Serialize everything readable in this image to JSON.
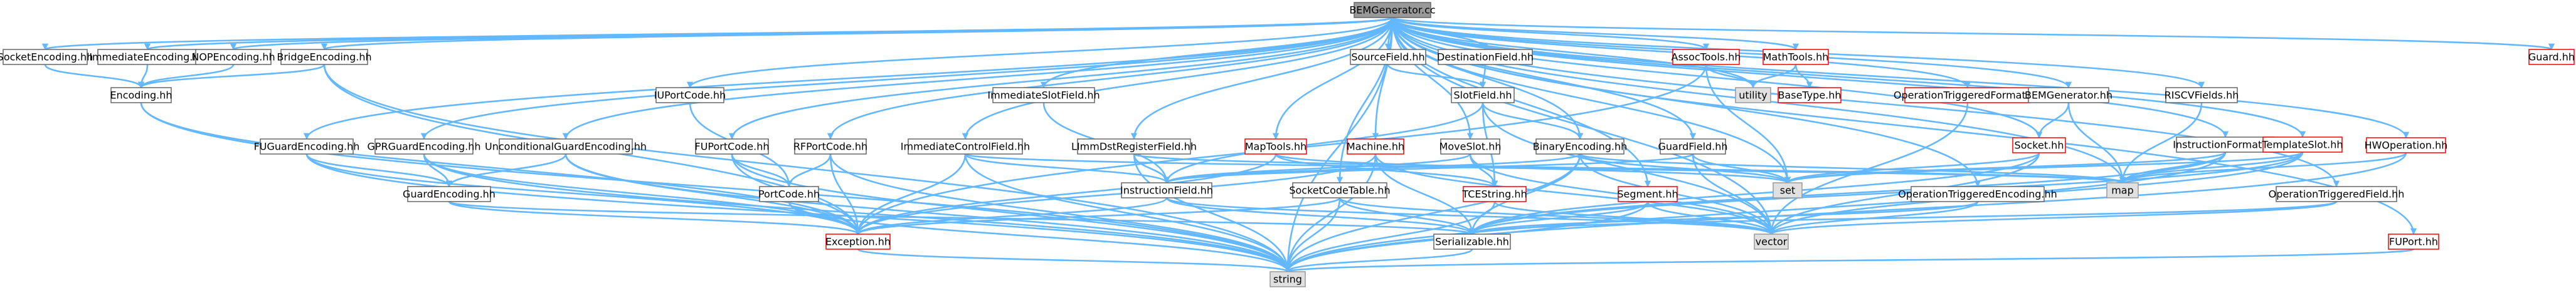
{
  "diagram": {
    "title": "BEMGenerator.cc",
    "colors": {
      "edge": "#63b8ff",
      "root_fill": "#999999",
      "root_border": "#666666",
      "normal_fill": "#ffffff",
      "normal_border": "#666666",
      "truncated_fill": "#ffffff",
      "truncated_border": "#ff0000",
      "leaf_fill": "#e0e0e0",
      "leaf_border": "#999999"
    },
    "nodes": [
      {
        "id": "root",
        "label": "BEMGenerator.cc",
        "kind": "root"
      },
      {
        "id": "socketenc",
        "label": "SocketEncoding.hh",
        "kind": "normal"
      },
      {
        "id": "immenc",
        "label": "ImmediateEncoding.hh",
        "kind": "normal"
      },
      {
        "id": "nopenc",
        "label": "NOPEncoding.hh",
        "kind": "normal"
      },
      {
        "id": "bridgeenc",
        "label": "BridgeEncoding.hh",
        "kind": "normal"
      },
      {
        "id": "encoding",
        "label": "Encoding.hh",
        "kind": "normal"
      },
      {
        "id": "iuport",
        "label": "IUPortCode.hh",
        "kind": "normal"
      },
      {
        "id": "sourcefield",
        "label": "SourceField.hh",
        "kind": "normal"
      },
      {
        "id": "destfield",
        "label": "DestinationField.hh",
        "kind": "normal"
      },
      {
        "id": "slotfield",
        "label": "SlotField.hh",
        "kind": "normal"
      },
      {
        "id": "assoc",
        "label": "AssocTools.hh",
        "kind": "truncated"
      },
      {
        "id": "mathtools",
        "label": "MathTools.hh",
        "kind": "truncated"
      },
      {
        "id": "utility",
        "label": "utility",
        "kind": "leaf"
      },
      {
        "id": "basetype",
        "label": "BaseType.hh",
        "kind": "truncated"
      },
      {
        "id": "optrigfmt",
        "label": "OperationTriggeredFormat.hh",
        "kind": "truncated"
      },
      {
        "id": "bemgen",
        "label": "BEMGenerator.hh",
        "kind": "normal"
      },
      {
        "id": "riscv",
        "label": "RISCVFields.hh",
        "kind": "normal"
      },
      {
        "id": "instrfmt",
        "label": "InstructionFormat.hh",
        "kind": "normal"
      },
      {
        "id": "templslot",
        "label": "TemplateSlot.hh",
        "kind": "truncated"
      },
      {
        "id": "hwop",
        "label": "HWOperation.hh",
        "kind": "truncated"
      },
      {
        "id": "guard",
        "label": "Guard.hh",
        "kind": "truncated"
      },
      {
        "id": "immslot",
        "label": "ImmediateSlotField.hh",
        "kind": "normal"
      },
      {
        "id": "fuguardenc",
        "label": "FUGuardEncoding.hh",
        "kind": "normal"
      },
      {
        "id": "gprguardenc",
        "label": "GPRGuardEncoding.hh",
        "kind": "normal"
      },
      {
        "id": "uncondguard",
        "label": "UnconditionalGuardEncoding.hh",
        "kind": "normal"
      },
      {
        "id": "fuport",
        "label": "FUPortCode.hh",
        "kind": "normal"
      },
      {
        "id": "rfport",
        "label": "RFPortCode.hh",
        "kind": "normal"
      },
      {
        "id": "immctrl",
        "label": "ImmediateControlField.hh",
        "kind": "normal"
      },
      {
        "id": "limmdst",
        "label": "LImmDstRegisterField.hh",
        "kind": "normal"
      },
      {
        "id": "maptools",
        "label": "MapTools.hh",
        "kind": "truncated"
      },
      {
        "id": "machine",
        "label": "Machine.hh",
        "kind": "truncated"
      },
      {
        "id": "moveslot",
        "label": "MoveSlot.hh",
        "kind": "normal"
      },
      {
        "id": "binenc",
        "label": "BinaryEncoding.hh",
        "kind": "normal"
      },
      {
        "id": "guardfield",
        "label": "GuardField.hh",
        "kind": "normal"
      },
      {
        "id": "socket",
        "label": "Socket.hh",
        "kind": "truncated"
      },
      {
        "id": "guardenc",
        "label": "GuardEncoding.hh",
        "kind": "normal"
      },
      {
        "id": "portcode",
        "label": "PortCode.hh",
        "kind": "normal"
      },
      {
        "id": "instrfield",
        "label": "InstructionField.hh",
        "kind": "normal"
      },
      {
        "id": "socketct",
        "label": "SocketCodeTable.hh",
        "kind": "normal"
      },
      {
        "id": "tcestring",
        "label": "TCEString.hh",
        "kind": "truncated"
      },
      {
        "id": "segment",
        "label": "Segment.hh",
        "kind": "truncated"
      },
      {
        "id": "set",
        "label": "set",
        "kind": "leaf"
      },
      {
        "id": "map",
        "label": "map",
        "kind": "leaf"
      },
      {
        "id": "optrigenc",
        "label": "OperationTriggeredEncoding.hh",
        "kind": "normal"
      },
      {
        "id": "optrigfield",
        "label": "OperationTriggeredField.hh",
        "kind": "normal"
      },
      {
        "id": "exception",
        "label": "Exception.hh",
        "kind": "truncated"
      },
      {
        "id": "serializable",
        "label": "Serializable.hh",
        "kind": "normal"
      },
      {
        "id": "vector",
        "label": "vector",
        "kind": "leaf"
      },
      {
        "id": "fuporthh",
        "label": "FUPort.hh",
        "kind": "truncated"
      },
      {
        "id": "string",
        "label": "string",
        "kind": "leaf"
      }
    ],
    "edges": [
      [
        "root",
        "socketenc"
      ],
      [
        "root",
        "immenc"
      ],
      [
        "root",
        "nopenc"
      ],
      [
        "root",
        "bridgeenc"
      ],
      [
        "root",
        "iuport"
      ],
      [
        "root",
        "sourcefield"
      ],
      [
        "root",
        "destfield"
      ],
      [
        "root",
        "assoc"
      ],
      [
        "root",
        "mathtools"
      ],
      [
        "root",
        "optrigfmt"
      ],
      [
        "root",
        "bemgen"
      ],
      [
        "root",
        "riscv"
      ],
      [
        "root",
        "instrfmt"
      ],
      [
        "root",
        "templslot"
      ],
      [
        "root",
        "hwop"
      ],
      [
        "root",
        "guard"
      ],
      [
        "root",
        "immslot"
      ],
      [
        "root",
        "fuguardenc"
      ],
      [
        "root",
        "gprguardenc"
      ],
      [
        "root",
        "uncondguard"
      ],
      [
        "root",
        "fuport"
      ],
      [
        "root",
        "rfport"
      ],
      [
        "root",
        "immctrl"
      ],
      [
        "root",
        "limmdst"
      ],
      [
        "root",
        "maptools"
      ],
      [
        "root",
        "machine"
      ],
      [
        "root",
        "moveslot"
      ],
      [
        "root",
        "binenc"
      ],
      [
        "root",
        "guardfield"
      ],
      [
        "root",
        "socketct"
      ],
      [
        "root",
        "optrigenc"
      ],
      [
        "root",
        "optrigfield"
      ],
      [
        "root",
        "fuporthh"
      ],
      [
        "root",
        "string"
      ],
      [
        "root",
        "set"
      ],
      [
        "root",
        "map"
      ],
      [
        "root",
        "vector"
      ],
      [
        "root",
        "utility"
      ],
      [
        "root",
        "segment"
      ],
      [
        "root",
        "socket"
      ],
      [
        "socketenc",
        "encoding"
      ],
      [
        "immenc",
        "encoding"
      ],
      [
        "nopenc",
        "encoding"
      ],
      [
        "bridgeenc",
        "encoding"
      ],
      [
        "bridgeenc",
        "exception"
      ],
      [
        "bridgeenc",
        "string"
      ],
      [
        "encoding",
        "exception"
      ],
      [
        "encoding",
        "string"
      ],
      [
        "destfield",
        "slotfield"
      ],
      [
        "sourcefield",
        "slotfield"
      ],
      [
        "slotfield",
        "instrfield"
      ],
      [
        "slotfield",
        "vector"
      ],
      [
        "slotfield",
        "binenc"
      ],
      [
        "slotfield",
        "tcestring"
      ],
      [
        "assoc",
        "utility"
      ],
      [
        "assoc",
        "exception"
      ],
      [
        "assoc",
        "set"
      ],
      [
        "mathtools",
        "utility"
      ],
      [
        "mathtools",
        "basetype"
      ],
      [
        "optrigfmt",
        "vector"
      ],
      [
        "bemgen",
        "socket"
      ],
      [
        "bemgen",
        "map"
      ],
      [
        "riscv",
        "map"
      ],
      [
        "instrfmt",
        "map"
      ],
      [
        "instrfmt",
        "set"
      ],
      [
        "instrfmt",
        "string"
      ],
      [
        "instrfmt",
        "serializable"
      ],
      [
        "templslot",
        "map"
      ],
      [
        "templslot",
        "set"
      ],
      [
        "templslot",
        "vector"
      ],
      [
        "templslot",
        "serializable"
      ],
      [
        "hwop",
        "string"
      ],
      [
        "hwop",
        "map"
      ],
      [
        "iuport",
        "portcode"
      ],
      [
        "immslot",
        "instrfield"
      ],
      [
        "fuguardenc",
        "guardenc"
      ],
      [
        "fuguardenc",
        "exception"
      ],
      [
        "fuguardenc",
        "string"
      ],
      [
        "gprguardenc",
        "guardenc"
      ],
      [
        "gprguardenc",
        "exception"
      ],
      [
        "gprguardenc",
        "string"
      ],
      [
        "uncondguard",
        "guardenc"
      ],
      [
        "uncondguard",
        "exception"
      ],
      [
        "uncondguard",
        "string"
      ],
      [
        "fuport",
        "portcode"
      ],
      [
        "fuport",
        "exception"
      ],
      [
        "fuport",
        "string"
      ],
      [
        "rfport",
        "portcode"
      ],
      [
        "rfport",
        "exception"
      ],
      [
        "rfport",
        "string"
      ],
      [
        "immctrl",
        "instrfield"
      ],
      [
        "immctrl",
        "exception"
      ],
      [
        "immctrl",
        "string"
      ],
      [
        "immctrl",
        "map"
      ],
      [
        "limmdst",
        "instrfield"
      ],
      [
        "limmdst",
        "string"
      ],
      [
        "limmdst",
        "map"
      ],
      [
        "maptools",
        "exception"
      ],
      [
        "maptools",
        "set"
      ],
      [
        "maptools",
        "tcestring"
      ],
      [
        "machine",
        "exception"
      ],
      [
        "machine",
        "serializable"
      ],
      [
        "machine",
        "string"
      ],
      [
        "machine",
        "vector"
      ],
      [
        "moveslot",
        "instrfield"
      ],
      [
        "moveslot",
        "tcestring"
      ],
      [
        "moveslot",
        "vector"
      ],
      [
        "binenc",
        "instrfield"
      ],
      [
        "binenc",
        "serializable"
      ],
      [
        "binenc",
        "vector"
      ],
      [
        "binenc",
        "map"
      ],
      [
        "binenc",
        "set"
      ],
      [
        "binenc",
        "string"
      ],
      [
        "guardfield",
        "instrfield"
      ],
      [
        "guardfield",
        "set"
      ],
      [
        "guardfield",
        "vector"
      ],
      [
        "socket",
        "set"
      ],
      [
        "socket",
        "vector"
      ],
      [
        "socket",
        "serializable"
      ],
      [
        "segment",
        "serializable"
      ],
      [
        "segment",
        "string"
      ],
      [
        "segment",
        "vector"
      ],
      [
        "guardenc",
        "exception"
      ],
      [
        "guardenc",
        "serializable"
      ],
      [
        "portcode",
        "exception"
      ],
      [
        "portcode",
        "string"
      ],
      [
        "instrfield",
        "exception"
      ],
      [
        "instrfield",
        "serializable"
      ],
      [
        "instrfield",
        "vector"
      ],
      [
        "socketct",
        "exception"
      ],
      [
        "socketct",
        "serializable"
      ],
      [
        "socketct",
        "string"
      ],
      [
        "socketct",
        "vector"
      ],
      [
        "tcestring",
        "string"
      ],
      [
        "tcestring",
        "vector"
      ],
      [
        "optrigenc",
        "vector"
      ],
      [
        "optrigenc",
        "serializable"
      ],
      [
        "optrigfield",
        "vector"
      ],
      [
        "optrigfield",
        "serializable"
      ],
      [
        "exception",
        "string"
      ],
      [
        "serializable",
        "string"
      ],
      [
        "fuporthh",
        "string"
      ]
    ]
  }
}
